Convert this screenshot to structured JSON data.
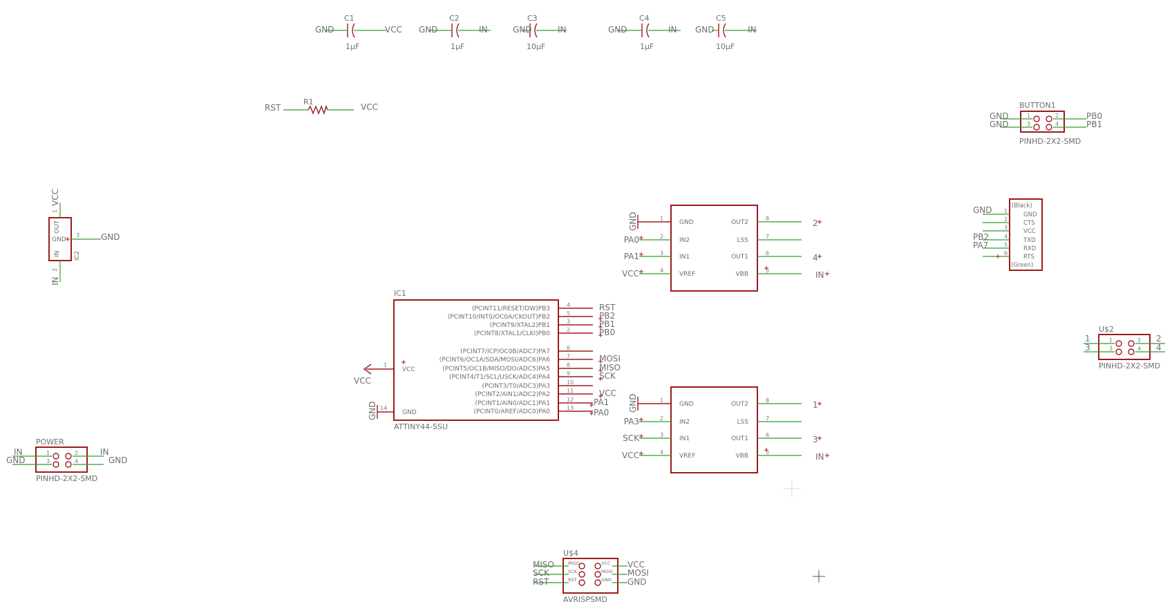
{
  "capacitors": [
    {
      "name": "C1",
      "value": "1µF",
      "left": "GND",
      "right": "VCC"
    },
    {
      "name": "C2",
      "value": "1µF",
      "left": "GND",
      "right": "IN"
    },
    {
      "name": "C3",
      "value": "10µF",
      "left": "GND",
      "right": "IN"
    },
    {
      "name": "C4",
      "value": "1µF",
      "left": "GND",
      "right": "IN"
    },
    {
      "name": "C5",
      "value": "10µF",
      "left": "GND",
      "right": "IN"
    }
  ],
  "resistor": {
    "name": "R1",
    "left": "RST",
    "right": "VCC"
  },
  "regulator": {
    "part": "IC2",
    "pins": {
      "out": "OUT",
      "gnd": "GND",
      "in": "IN"
    },
    "pin_numbers": {
      "out": "1",
      "gnd": "3",
      "in": "2"
    },
    "nets": {
      "top": "VCC",
      "right": "GND",
      "bottom": "IN"
    }
  },
  "button": {
    "name": "BUTTON1",
    "package": "PINHD-2X2-SMD",
    "pin_numbers": [
      "1",
      "2",
      "3",
      "4"
    ],
    "left_nets": [
      "GND",
      "GND"
    ],
    "right_nets": [
      "PB0",
      "PB1"
    ]
  },
  "ftdi": {
    "top_label": "(Black)",
    "bottom_label": "(Green)",
    "pins": [
      {
        "num": "1",
        "name": "GND",
        "net": "GND"
      },
      {
        "num": "2",
        "name": "CTS",
        "net": ""
      },
      {
        "num": "3",
        "name": "VCC",
        "net": ""
      },
      {
        "num": "4",
        "name": "TXD",
        "net": "PB2"
      },
      {
        "num": "5",
        "name": "RXD",
        "net": "PA7"
      },
      {
        "num": "6",
        "name": "RTS",
        "net": ""
      }
    ]
  },
  "mcu": {
    "name": "IC1",
    "part": "ATTINY44-SSU",
    "vcc_pin": {
      "num": "1",
      "name": "VCC",
      "net": "VCC"
    },
    "gnd_pin": {
      "num": "14",
      "name": "GND",
      "net": "GND"
    },
    "right_pins": [
      {
        "label": "(PCINT11/RESET/DW)PB3",
        "num": "4",
        "net": "RST"
      },
      {
        "label": "(PCINT10/INT0/OC0A/CKOUT)PB2",
        "num": "5",
        "net": "PB2"
      },
      {
        "label": "(PCINT9/XTAL2)PB1",
        "num": "3",
        "net": "PB1"
      },
      {
        "label": "(PCINT8/XTAL1/CLKI)PB0",
        "num": "2",
        "net": "PB0"
      },
      {
        "label": "(PCINT7/ICP/OC0B/ADC7)PA7",
        "num": "6",
        "net": ""
      },
      {
        "label": "(PCINT6/OC1A/SDA/MOSI/ADC6)PA6",
        "num": "7",
        "net": "MOSI"
      },
      {
        "label": "(PCINT5/OC1B/MISO/DO/ADC5)PA5",
        "num": "8",
        "net": "MISO"
      },
      {
        "label": "(PCINT4/T1/SCL/USCK/ADC4)PA4",
        "num": "9",
        "net": "SCK"
      },
      {
        "label": "(PCINT3/T0/ADC3)PA3",
        "num": "10",
        "net": ""
      },
      {
        "label": "(PCINT2/AIN1/ADC2)PA2",
        "num": "11",
        "net": "VCC"
      },
      {
        "label": "(PCINT1/AIN0/ADC1)PA1",
        "num": "12",
        "net": "PA1"
      },
      {
        "label": "(PCINT0/AREF/ADC0)PA0",
        "num": "13",
        "net": "PA0"
      }
    ]
  },
  "drivers": [
    {
      "left_pins": [
        {
          "num": "1",
          "name": "GND",
          "net": "GND"
        },
        {
          "num": "2",
          "name": "IN2",
          "net": "PA0"
        },
        {
          "num": "3",
          "name": "IN1",
          "net": "PA1"
        },
        {
          "num": "4",
          "name": "VREF",
          "net": "VCC"
        }
      ],
      "right_pins": [
        {
          "num": "8",
          "name": "OUT2",
          "net": "2"
        },
        {
          "num": "7",
          "name": "LSS",
          "net": ""
        },
        {
          "num": "6",
          "name": "OUT1",
          "net": "4"
        },
        {
          "num": "5",
          "name": "VBB",
          "net": "IN"
        }
      ]
    },
    {
      "left_pins": [
        {
          "num": "1",
          "name": "GND",
          "net": "GND"
        },
        {
          "num": "2",
          "name": "IN2",
          "net": "PA3"
        },
        {
          "num": "3",
          "name": "IN1",
          "net": "SCK"
        },
        {
          "num": "4",
          "name": "VREF",
          "net": "VCC"
        }
      ],
      "right_pins": [
        {
          "num": "8",
          "name": "OUT2",
          "net": "1"
        },
        {
          "num": "7",
          "name": "LSS",
          "net": ""
        },
        {
          "num": "6",
          "name": "OUT1",
          "net": "3"
        },
        {
          "num": "5",
          "name": "VBB",
          "net": "IN"
        }
      ]
    }
  ],
  "u2": {
    "name": "U$2",
    "package": "PINHD-2X2-SMD",
    "pin_numbers": [
      "1",
      "2",
      "3",
      "4"
    ],
    "left_nets": [
      "1",
      "3"
    ],
    "right_nets": [
      "2",
      "4"
    ]
  },
  "power": {
    "name": "POWER",
    "package": "PINHD-2X2-SMD",
    "pin_numbers": [
      "1",
      "2",
      "3",
      "4"
    ],
    "left_nets": [
      "IN",
      "GND"
    ],
    "right_nets": [
      "IN",
      "GND"
    ]
  },
  "isp": {
    "name": "U$4",
    "package": "AVRISPSMD",
    "inner_left": [
      "MISO",
      "SCK",
      "RST"
    ],
    "inner_right": [
      "VCC",
      "MOSI",
      "GND"
    ],
    "left_nets": [
      "MISO",
      "SCK",
      "RST"
    ],
    "right_nets": [
      "VCC",
      "MOSI",
      "GND"
    ]
  },
  "colors": {
    "part": "#9c1b1b",
    "wire": "#2e9e2e",
    "text": "#6e6e6e"
  }
}
